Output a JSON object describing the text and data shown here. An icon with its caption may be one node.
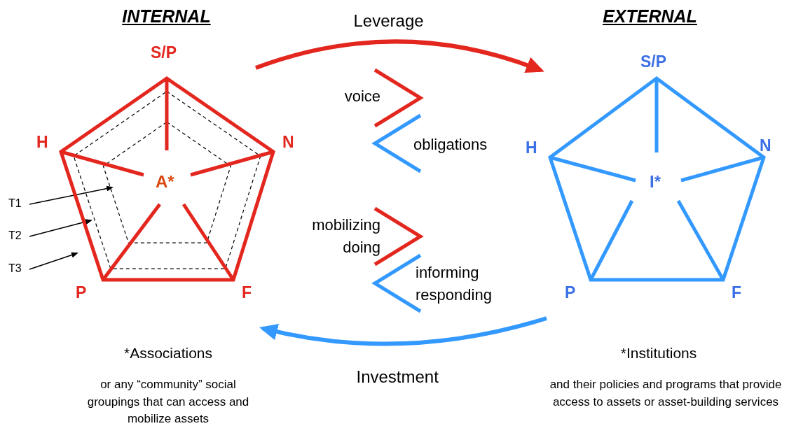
{
  "diagram": {
    "nodes": [
      {
        "text": [
          "INTERNAL",
          "A*"
        ],
        "beside": [
          "S/P",
          "H",
          "N",
          "P",
          "F"
        ]
      },
      {
        "text": [
          "T1"
        ]
      },
      {
        "text": [
          "T2"
        ]
      },
      {
        "text": [
          "T3"
        ]
      },
      {
        "text": [
          "EXTERNAL",
          "I*"
        ],
        "beside": [
          "S/P",
          "H",
          "N",
          "P",
          "F"
        ]
      }
    ],
    "edges": [
      {
        "from": 0,
        "to": 4,
        "arrow": "to",
        "label": "Leverage",
        "style": "thick",
        "color": "#e3261e"
      },
      {
        "from": 4,
        "to": 0,
        "arrow": "to",
        "label": "Investment",
        "style": "thick",
        "color": "#3399ff"
      },
      {
        "from": 1,
        "to": 0,
        "arrow": "to"
      },
      {
        "from": 2,
        "to": 0,
        "arrow": "to"
      },
      {
        "from": 3,
        "to": 0,
        "arrow": "to"
      }
    ],
    "labels": [
      "voice",
      "obligations",
      "mobilizing doing",
      "informing responding",
      "*Associations",
      "or any “community” social groupings that can access and mobilize assets",
      "*Institutions",
      "and their policies and programs that provide access to assets or asset-building services"
    ]
  }
}
